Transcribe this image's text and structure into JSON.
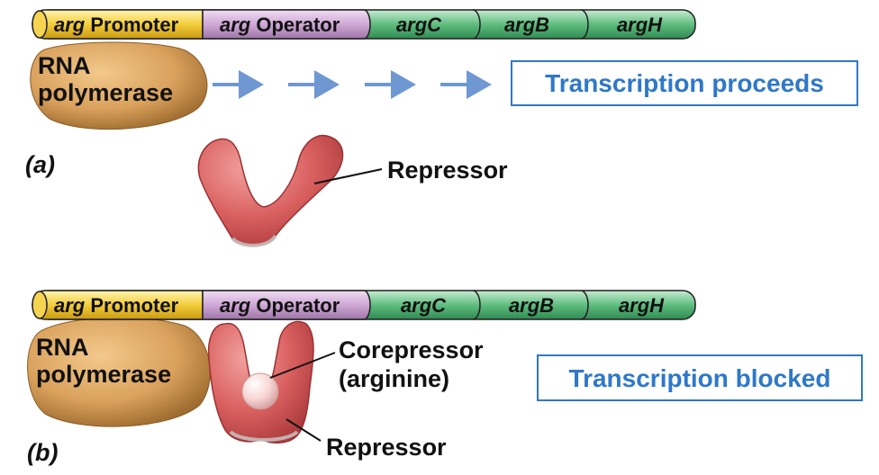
{
  "colors": {
    "promoter": "#f3cd3c",
    "operator": "#cfa8d6",
    "gene": "#5fbd7f",
    "polymerase": "#d9a15c",
    "repressor": "#d9605f",
    "corepressor": "#f7d6d4",
    "status_blue": "#2f78c8",
    "arrow_blue": "#6f98d2"
  },
  "panel_a": {
    "label": "(a)",
    "segments": {
      "promoter_italic": "arg",
      "promoter_text": "Promoter",
      "operator_italic": "arg",
      "operator_text": "Operator",
      "gene1": "argC",
      "gene2": "argB",
      "gene3": "argH"
    },
    "polymerase_line1": "RNA",
    "polymerase_line2": "polymerase",
    "status": "Transcription proceeds",
    "repressor_label": "Repressor"
  },
  "panel_b": {
    "label": "(b)",
    "segments": {
      "promoter_italic": "arg",
      "promoter_text": "Promoter",
      "operator_italic": "arg",
      "operator_text": "Operator",
      "gene1": "argC",
      "gene2": "argB",
      "gene3": "argH"
    },
    "polymerase_line1": "RNA",
    "polymerase_line2": "polymerase",
    "corepressor_line1": "Corepressor",
    "corepressor_line2": "(arginine)",
    "status": "Transcription blocked",
    "repressor_label": "Repressor"
  }
}
